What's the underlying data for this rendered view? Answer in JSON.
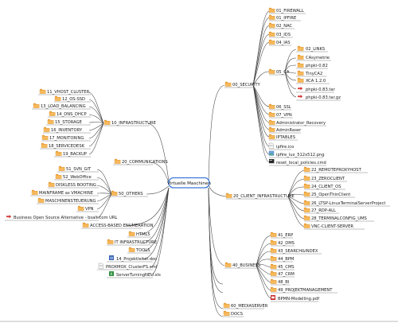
{
  "center": "Virtuelle Maschinen",
  "colors": {
    "folder": "#f2a33a",
    "folder_dark": "#c97a16",
    "center_border": "#3a78d8",
    "arrow": "#d83a3a",
    "edge": "#404040"
  },
  "nodes": {
    "security": "00_SECURITY",
    "firewall": "01_FIREWALL",
    "ipfire": "01_IPFIRE",
    "nac": "02_NAC",
    "ids": "03_IDS",
    "ias": "04_IAS",
    "ca": "05_CA",
    "links": "02_LINKS",
    "ca_asym": "CAsymetrie",
    "phpki082": "phpki-0.82",
    "tinyca2": "TinyCA2",
    "xca120": "XCA 1.2.0",
    "phpki083tar": "phpki-0.83.tar",
    "phpki083targz": "phpki-0.83.tar.gz",
    "ssl": "06_SSL",
    "vpn07": "07_VPN",
    "admin_recovery": "Administrator_Recovery",
    "adminraser": "AdminRaser",
    "iptables": "IPTABLES",
    "ipfire_ico": "ipfire.ico",
    "ipfire_png": "ipfire_lux_512x512.png",
    "reset_policies": "reset_local_policies.cmd",
    "infra": "10_INFRASTRUCTURE",
    "vhost": "11_VHOST_CLUSTER",
    "osssd": "12_OS-SSD",
    "loadbal": "13_LOAD_BALANCING",
    "dnsdhcp": "14_DNS_DHCP",
    "storage": "15_STORAGE",
    "inventory": "16_INVENTORY",
    "monitoring": "17_MONITORING",
    "servicedesk": "18_SERVICEDESK",
    "backup": "19_BACKUP",
    "comms": "20_COMMUNICATIONS",
    "client": "20_CLIENT_INFRASTRUCTURE",
    "remoteproxy": "22_REMOTEPROXYHOST",
    "zeroclient": "23_ZEROCLIENT",
    "client_os": "24_CLIENT_OS",
    "openthinclient": "25_OpenThinClient",
    "ltsp": "26_LTSP-LinuxTerminalServerProject",
    "rdpall": "27_RDP-ALL",
    "terminal": "28_TERMINALCONFIG_UMS",
    "vncclient": "VNC-CLIENT-SERVER",
    "others": "50_OTHERS",
    "svngit": "51_SVN_GIT",
    "weboffice": "52_WebOffice",
    "diskless": "DISKLESS BOOTING",
    "mainframe": "MAINFRAME as VMACHINE",
    "maschinen": "MASCHINENSTEUERUNG",
    "vpn": "VPN",
    "business_alt": "Business Open Source Alternative - bsalt.com URL",
    "access_enum": "ACCESS-BASED ENUMERATION",
    "html5": "HTML5",
    "it_infra": "IT INFRASTRUCTURE",
    "tools": "TOOLS",
    "projektleiter": "14_Projektleiter.doc",
    "proxmox": "PROXMOX_ClusterFS.xml",
    "serverturning": "ServerTurningNEU.xls",
    "business": "40_BUSINESS",
    "erp": "41_ERP",
    "dms": "42_DMS",
    "search": "43_SEARCH&INDEX",
    "bpm": "44_BPM",
    "cms": "45_CMS",
    "crm": "47_CRM",
    "bi": "48_BI",
    "projektmgmt": "49_PROJEKTMANAGEMENT",
    "bpmn": "BPMN-Modelling.pdf",
    "mediaserver": "60_MEDIASERVER",
    "docs": "DOCS"
  }
}
